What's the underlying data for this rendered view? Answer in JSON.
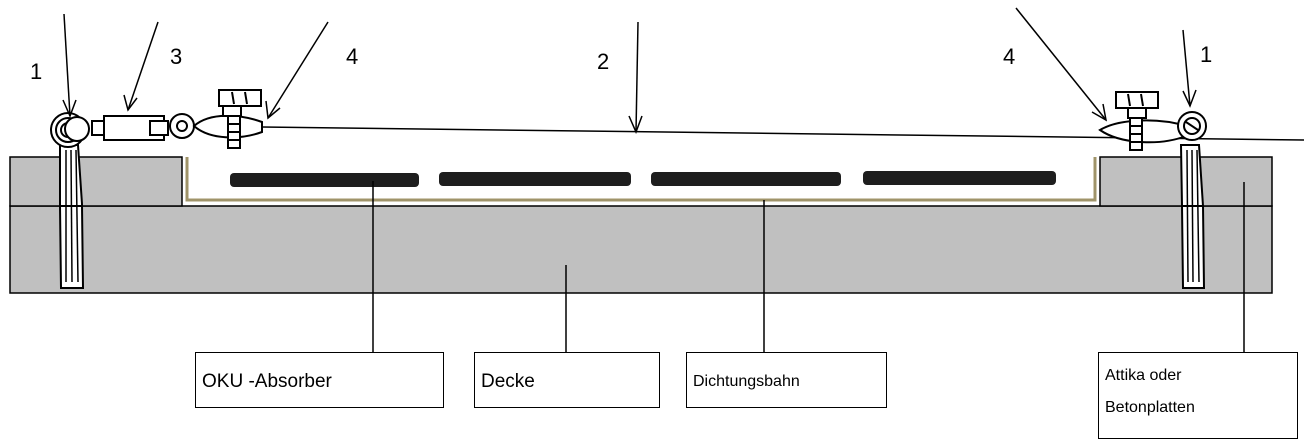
{
  "callouts": {
    "n1_left": "1",
    "n3": "3",
    "n4_left": "4",
    "n2": "2",
    "n4_right": "4",
    "n1_right": "1"
  },
  "labels": {
    "absorber": "OKU -Absorber",
    "decke": "Decke",
    "dichtungsbahn": "Dichtungsbahn",
    "attika_line1": "Attika  oder",
    "attika_line2": "Betonplatten"
  },
  "colors": {
    "concrete": "#c0c0c0",
    "outline": "#000000",
    "membrane": "#a0946a",
    "absorber": "#1e1e1e"
  }
}
